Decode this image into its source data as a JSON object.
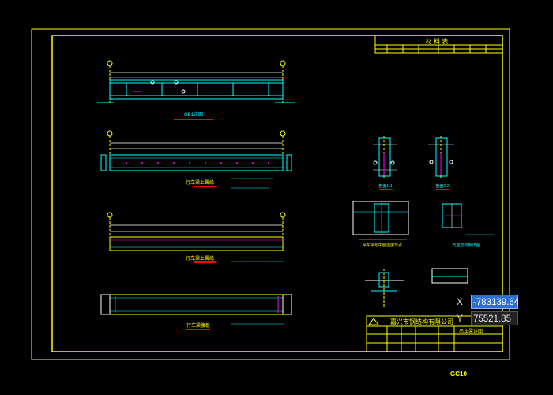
{
  "drawing": {
    "material_table_title": "材 料 表",
    "company_name": "嘉兴市钢结构有限公司",
    "drawing_title": "吊车梁详图",
    "views": {
      "view1_title": "GB1详图",
      "view2_title": "行车梁上翼缘",
      "view3_title": "行车梁上翼缘",
      "view4_title": "行车梁腹板",
      "section1_label": "剖面1-1",
      "section2_label": "剖面2-2",
      "node_detail_label": "吊车梁与牛腿连接节点",
      "stiffener_label": "支座加劲板详图"
    },
    "sheet_code": "GC10"
  },
  "coordinate_tooltip": {
    "x_axis_label": "X",
    "x_value": "-783139.64",
    "y_axis_label": "Y",
    "y_value": "75521.85"
  },
  "colors": {
    "background": "#000000",
    "border": "#ffff00",
    "geometry": "#00ffff",
    "dimension": "#ffffff",
    "accent": "#ff00ff",
    "tooltip_selected": "#2e6fd1"
  }
}
